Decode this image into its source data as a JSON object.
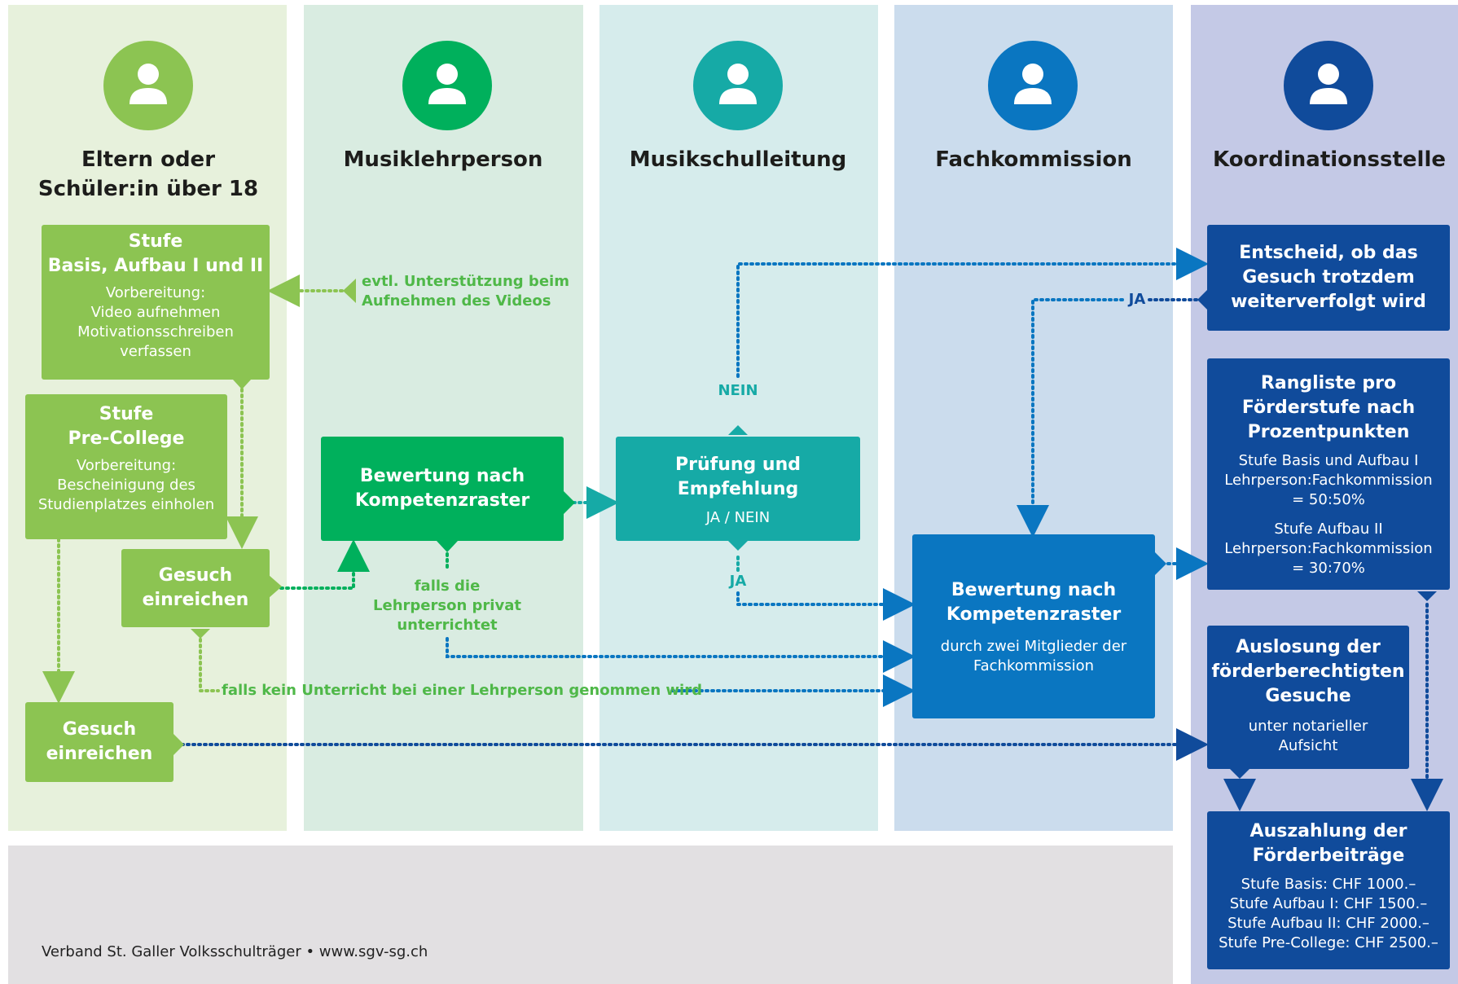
{
  "roles": [
    {
      "name": "Eltern oder\nSchüler:in über 18"
    },
    {
      "name": "Musiklehrperson"
    },
    {
      "name": "Musikschulleitung"
    },
    {
      "name": "Fachkommission"
    },
    {
      "name": "Koordinationsstelle"
    }
  ],
  "boxes": {
    "basis": {
      "title": "Stufe\nBasis, Aufbau I und II",
      "text": "Vorbereitung:\nVideo aufnehmen\nMotivationsschreiben\nverfassen"
    },
    "precollege": {
      "title": "Stufe\nPre-College",
      "text": "Vorbereitung:\nBescheinigung des\nStudienplatzes einholen"
    },
    "gesuch1": {
      "title": "Gesuch\neinreichen"
    },
    "gesuch2": {
      "title": "Gesuch\neinreichen"
    },
    "bewertung_lp": {
      "title": "Bewertung nach\nKompetenzraster"
    },
    "pruefung": {
      "title": "Prüfung und\nEmpfehlung",
      "text": "JA / NEIN"
    },
    "bewertung_fk": {
      "title": "Bewertung nach\nKompetenzraster",
      "text": "durch zwei Mitglieder der\nFachkommission"
    },
    "entscheid": {
      "title": "Entscheid, ob das\nGesuch trotzdem\nweiterverfolgt wird"
    },
    "rangliste": {
      "title": "Rangliste pro\nFörderstufe nach\nProzentpunkten",
      "text1": "Stufe Basis und Aufbau I\nLehrperson:Fachkommission\n= 50:50%",
      "text2": "Stufe Aufbau II\nLehrperson:Fachkommission\n= 30:70%"
    },
    "auslosung": {
      "title": "Auslosung der\nförderberechtigten\nGesuche",
      "text": "unter notarieller\nAufsicht"
    },
    "auszahlung": {
      "title": "Auszahlung der\nFörderbeiträge",
      "text": "Stufe Basis: CHF 1000.–\nStufe Aufbau I: CHF 1500.–\nStufe Aufbau II: CHF 2000.–\nStufe Pre-College: CHF 2500.–"
    }
  },
  "labels": {
    "unterstuetzung": "evtl. Unterstützung beim\nAufnehmen des Videos",
    "nein": "NEIN",
    "ja_pruefung": "JA",
    "ja_entscheid": "JA",
    "privat": "falls die\nLehrperson privat\nunterrichtet",
    "kein_unterricht": "falls kein Unterricht bei einer Lehrperson genommen wird"
  },
  "footer": "Verband St. Galler Volksschulträger • www.sgv-sg.ch",
  "colors": {
    "eltern": "#8cc452",
    "lehrperson": "#00b05c",
    "schulleitung": "#16aaa6",
    "fachkommission": "#0a76c1",
    "koordination": "#104b9b"
  }
}
